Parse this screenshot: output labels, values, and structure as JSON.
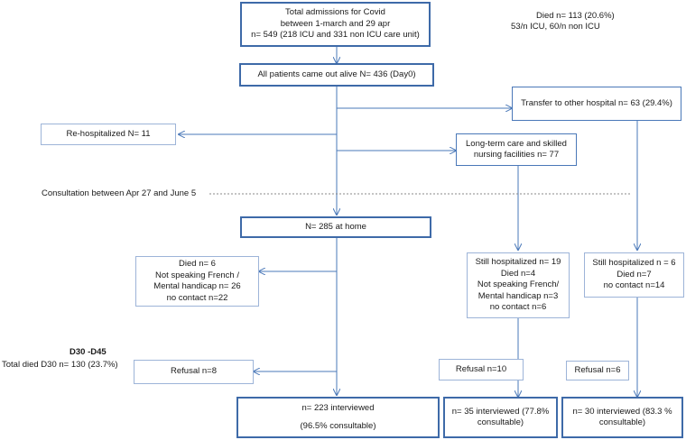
{
  "boxes": {
    "total_admissions": [
      "Total admissions for Covid",
      "between 1-march and 29 apr",
      "n= 549 (218 ICU and 331 non ICU care unit)"
    ],
    "alive": [
      "All patients came out alive N= 436 (Day0)"
    ],
    "transfer": [
      "Transfer to other hospital n= 63 (29.4%)"
    ],
    "rehospitalized": [
      "Re-hospitalized N= 11"
    ],
    "longterm": [
      "Long-term care and skilled",
      "nursing facilities n= 77"
    ],
    "at_home": [
      "N= 285 at home"
    ],
    "home_excluded": [
      "Died n= 6",
      "Not speaking French /",
      "Mental handicap n= 26",
      "no contact n=22"
    ],
    "longterm_status": [
      "Still hospitalized n= 19",
      "Died n=4",
      "Not speaking French/",
      "Mental handicap n=3",
      "no contact n=6"
    ],
    "transfer_status": [
      "Still hospitalized n = 6",
      "Died n=7",
      "no contact n=14"
    ],
    "refusal_home": [
      "Refusal n=8"
    ],
    "refusal_longterm": [
      "Refusal n=10"
    ],
    "refusal_transfer": [
      "Refusal n=6"
    ],
    "home_interviewed": [
      "n= 223 interviewed",
      "",
      "(96.5% consultable)"
    ],
    "longterm_interviewed": [
      "n= 35 interviewed (77.8%",
      "consultable)"
    ],
    "transfer_interviewed": [
      "n= 30 interviewed (83.3 %",
      "consultable)"
    ]
  },
  "notes": {
    "died_line1": "Died n= 113 (20.6%)",
    "died_line2": "53/n ICU, 60/n non ICU",
    "consultation": "Consultation between Apr 27 and June 5",
    "d30_title": "D30 -D45",
    "d30_total": "Total died D30 n= 130 (23.7%)"
  },
  "colors": {
    "box_border": "#4a78b8",
    "arrow": "#4a78b8",
    "dashed": "#8a8a8a"
  }
}
